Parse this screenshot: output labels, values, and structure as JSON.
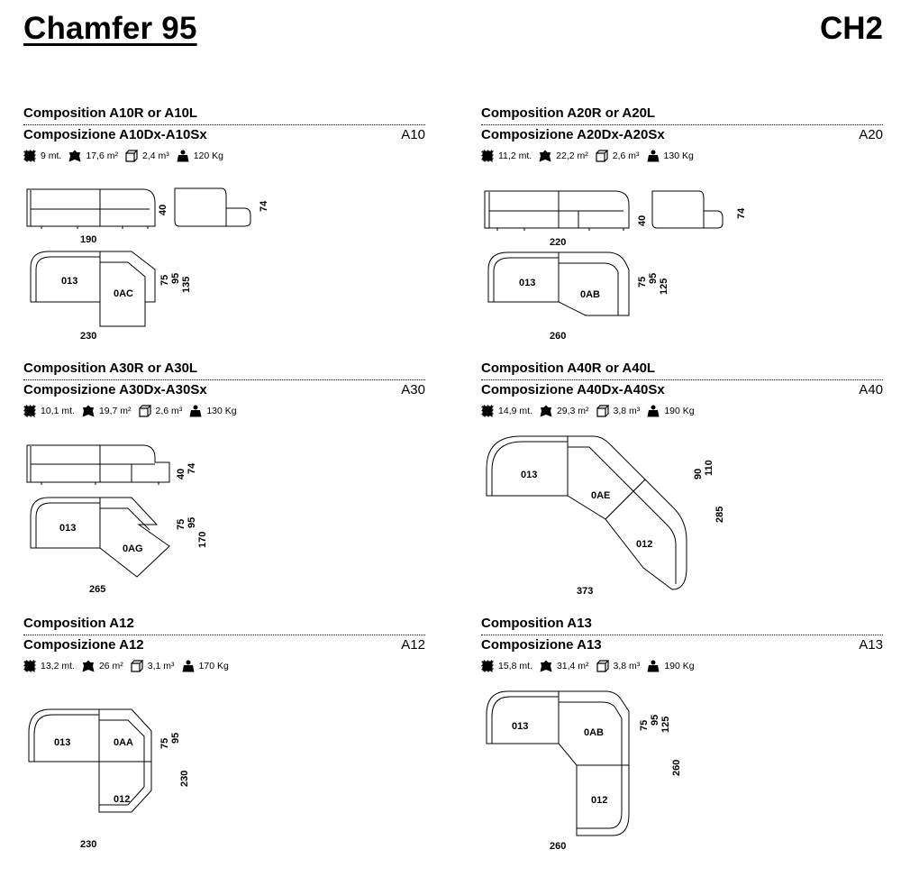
{
  "header": {
    "title": "Chamfer 95",
    "code": "CH2"
  },
  "panels": [
    {
      "composition_en": "Composition A10R or A10L",
      "composition_it": "Composizione A10Dx-A10Sx",
      "code": "A10",
      "specs": {
        "fabric": "9 mt.",
        "leather": "17,6 m²",
        "volume": "2,4 m³",
        "weight": "120 Kg"
      },
      "drawing": {
        "front_width": "190",
        "plan_width": "230",
        "height_seat": "40",
        "height_back": "74",
        "depth_seat": "75",
        "depth_total": "95",
        "depth_chaise": "135",
        "modules": [
          "013",
          "0AC"
        ]
      }
    },
    {
      "composition_en": "Composition A20R or A20L",
      "composition_it": "Composizione A20Dx-A20Sx",
      "code": "A20",
      "specs": {
        "fabric": "11,2 mt.",
        "leather": "22,2 m²",
        "volume": "2,6 m³",
        "weight": "130 Kg"
      },
      "drawing": {
        "front_width": "220",
        "plan_width": "260",
        "height_seat": "40",
        "height_back": "74",
        "depth_seat": "75",
        "depth_total": "95",
        "depth_chaise": "125",
        "modules": [
          "013",
          "0AB"
        ]
      }
    },
    {
      "composition_en": "Composition A30R or A30L",
      "composition_it": "Composizione A30Dx-A30Sx",
      "code": "A30",
      "specs": {
        "fabric": "10,1 mt.",
        "leather": "19,7 m²",
        "volume": "2,6 m³",
        "weight": "130 Kg"
      },
      "drawing": {
        "plan_width": "265",
        "height_seat": "40",
        "height_back": "74",
        "depth_seat": "75",
        "depth_total": "95",
        "depth_chaise": "170",
        "modules": [
          "013",
          "0AG"
        ]
      }
    },
    {
      "composition_en": "Composition A40R or A40L",
      "composition_it": "Composizione A40Dx-A40Sx",
      "code": "A40",
      "specs": {
        "fabric": "14,9 mt.",
        "leather": "29,3 m²",
        "volume": "3,8 m³",
        "weight": "190 Kg"
      },
      "drawing": {
        "plan_width": "373",
        "depth_a": "90",
        "depth_b": "110",
        "depth_total": "285",
        "modules": [
          "013",
          "0AE",
          "012"
        ]
      }
    },
    {
      "composition_en": "Composition A12",
      "composition_it": "Composizione A12",
      "code": "A12",
      "specs": {
        "fabric": "13,2 mt.",
        "leather": "26 m²",
        "volume": "3,1 m³",
        "weight": "170 Kg"
      },
      "drawing": {
        "plan_width": "230",
        "depth_seat": "75",
        "depth_total": "95",
        "depth_side": "230",
        "modules": [
          "013",
          "0AA",
          "012"
        ]
      }
    },
    {
      "composition_en": "Composition A13",
      "composition_it": "Composizione A13",
      "code": "A13",
      "specs": {
        "fabric": "15,8 mt.",
        "leather": "31,4 m²",
        "volume": "3,8 m³",
        "weight": "190 Kg"
      },
      "drawing": {
        "plan_width": "260",
        "depth_seat": "75",
        "depth_total": "95",
        "depth_chaise": "125",
        "depth_side": "260",
        "modules": [
          "013",
          "0AB",
          "012"
        ]
      }
    }
  ]
}
